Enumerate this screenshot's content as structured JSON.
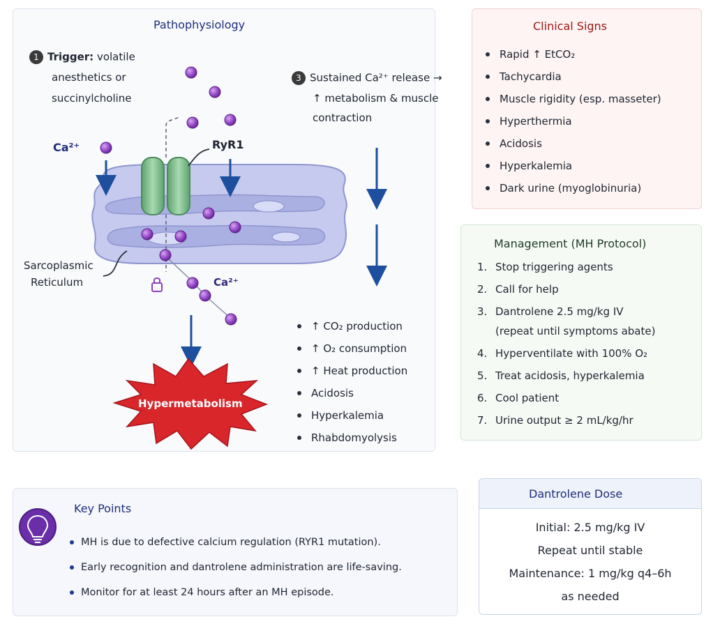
{
  "pathophysiology": {
    "title": "Pathophysiology",
    "step1_number": "1",
    "step1_bold": "Trigger:",
    "step1_lines": [
      "volatile",
      "anesthetics or",
      "succinylcholine"
    ],
    "step3_number": "3",
    "step3_lines": [
      "Sustained Ca²⁺ release →",
      "↑ metabolism & muscle",
      "contraction"
    ],
    "ca_label_left": "Ca²⁺",
    "ca_label_right": "Ca²⁺",
    "ryr1_label": "RyR1",
    "sr_label_lines": [
      "Sarcoplasmic",
      "Reticulum"
    ],
    "hypermetabolism_label": "Hypermetabolism"
  },
  "effects": {
    "items": [
      "↑ CO₂ production",
      "↑ O₂ consumption",
      "↑ Heat production",
      "Acidosis",
      "Hyperkalemia",
      "Rhabdomyolysis"
    ]
  },
  "clinical_signs": {
    "title": "Clinical Signs",
    "items": [
      "Rapid ↑ EtCO₂",
      "Tachycardia",
      "Muscle rigidity (esp. masseter)",
      "Hyperthermia",
      "Acidosis",
      "Hyperkalemia",
      "Dark urine (myoglobinuria)"
    ]
  },
  "management": {
    "title": "Management (MH Protocol)",
    "steps": [
      {
        "num": "1.",
        "lines": [
          "Stop triggering agents"
        ]
      },
      {
        "num": "2.",
        "lines": [
          "Call for help"
        ]
      },
      {
        "num": "3.",
        "lines": [
          "Dantrolene 2.5 mg/kg IV",
          "(repeat until symptoms abate)"
        ]
      },
      {
        "num": "4.",
        "lines": [
          "Hyperventilate with 100% O₂"
        ]
      },
      {
        "num": "5.",
        "lines": [
          "Treat acidosis, hyperkalemia"
        ]
      },
      {
        "num": "6.",
        "lines": [
          "Cool patient"
        ]
      },
      {
        "num": "7.",
        "lines": [
          "Urine output ≥ 2 mL/kg/hr"
        ]
      }
    ]
  },
  "key_points": {
    "title": "Key Points",
    "items": [
      "MH is due to defective calcium regulation (RYR1 mutation).",
      "Early recognition and dantrolene administration are life-saving.",
      "Monitor for at least 24 hours after an MH episode."
    ]
  },
  "dantrolene_dose": {
    "title": "Dantrolene Dose",
    "lines": [
      "Initial: 2.5 mg/kg IV",
      "Repeat until stable",
      "Maintenance: 1 mg/kg q4–6h",
      "as needed"
    ]
  },
  "colors": {
    "calcium": "#8e3fbf",
    "arrow": "#1d4f9e",
    "channel": "#7fbf8e",
    "sr_fill": "#c9cdf0",
    "starburst": "#d8262b"
  }
}
